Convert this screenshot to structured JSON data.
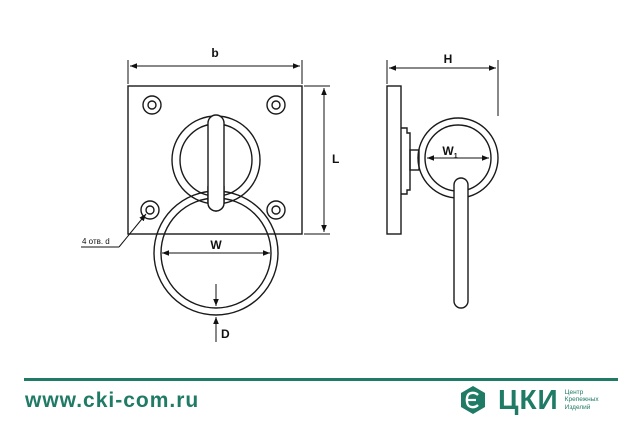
{
  "labels": {
    "b": "b",
    "L": "L",
    "W": "W",
    "D": "D",
    "H": "H",
    "W1_main": "W",
    "W1_sub": "1",
    "holes": "4 отв. d"
  },
  "footer": {
    "url": "www.cki-com.ru",
    "brand": "ЦКИ",
    "brand_sub": [
      "Центр",
      "Крепежных",
      "Изделий"
    ]
  },
  "colors": {
    "accent": "#1f7a66",
    "line": "#1a1a1a"
  }
}
